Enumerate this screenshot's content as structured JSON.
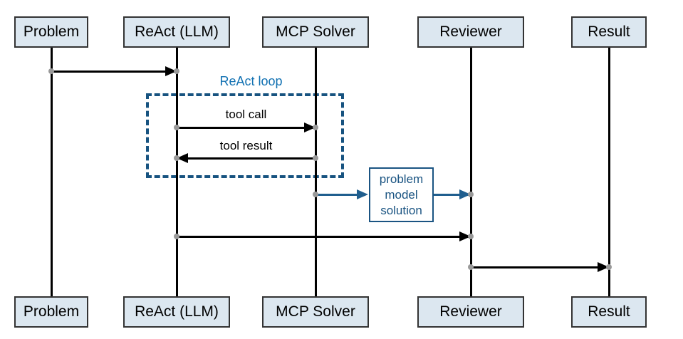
{
  "colors": {
    "actor-fill": "#dce7f0",
    "actor-border": "#333333",
    "line": "#000000",
    "dot": "#999999",
    "loop-border": "#175380",
    "loop-label": "#1070b2",
    "blue-arrow": "#1f5e8e",
    "note-border": "#1a5482",
    "note-text": "#1a5482"
  },
  "actors": [
    {
      "label": "Problem"
    },
    {
      "label": "ReAct (LLM)"
    },
    {
      "label": "MCP Solver"
    },
    {
      "label": "Reviewer"
    },
    {
      "label": "Result"
    }
  ],
  "loop": {
    "label": "ReAct loop"
  },
  "messages": [
    {
      "label": "",
      "from": "Problem",
      "to": "ReAct (LLM)"
    },
    {
      "label": "tool call",
      "from": "ReAct (LLM)",
      "to": "MCP Solver"
    },
    {
      "label": "tool result",
      "from": "MCP Solver",
      "to": "ReAct (LLM)"
    },
    {
      "label": "problem model solution",
      "from": "MCP Solver",
      "to": "Reviewer"
    },
    {
      "label": "",
      "from": "ReAct (LLM)",
      "to": "Reviewer"
    },
    {
      "label": "",
      "from": "Reviewer",
      "to": "Result"
    }
  ],
  "note": {
    "lines": [
      "problem",
      "model",
      "solution"
    ]
  }
}
